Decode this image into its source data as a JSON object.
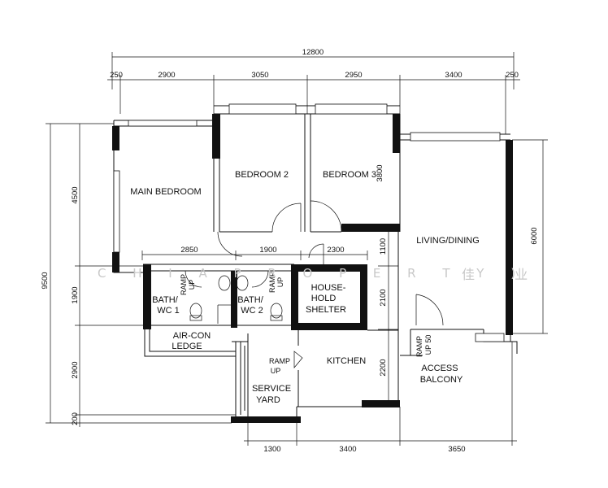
{
  "dimensions": {
    "overall": "12800",
    "top": [
      "250",
      "2900",
      "3050",
      "2950",
      "3400",
      "250"
    ],
    "middle": [
      "2850",
      "1900",
      "2300"
    ],
    "bottom": [
      "1300",
      "3400",
      "3650"
    ],
    "left_total": "9500",
    "left": [
      "4500",
      "1900",
      "2900",
      "200"
    ],
    "right_living": "6000",
    "right_mid": [
      "1100",
      "2100",
      "2200"
    ],
    "bedroom3_width": "3800"
  },
  "rooms": {
    "main_bedroom": "MAIN BEDROOM",
    "bedroom2": "BEDROOM 2",
    "bedroom3": "BEDROOM 3",
    "living_dining": "LIVING/DINING",
    "bath1": [
      "BATH/",
      "WC 1"
    ],
    "bath2": [
      "BATH/",
      "WC 2"
    ],
    "shelter": [
      "HOUSE-",
      "HOLD",
      "SHELTER"
    ],
    "kitchen": "KITCHEN",
    "aircon": [
      "AIR-CON",
      "LEDGE"
    ],
    "service_yard": [
      "SERVICE",
      "YARD"
    ],
    "access_balcony": [
      "ACCESS",
      "BALCONY"
    ]
  },
  "annotations": {
    "ramp": [
      "RAMP",
      "UP"
    ],
    "ramp50": [
      "RAMP",
      "UP 50"
    ]
  },
  "watermark": {
    "latin": "C H I A P R O P E R T Y )",
    "chinese": "佳 业"
  }
}
